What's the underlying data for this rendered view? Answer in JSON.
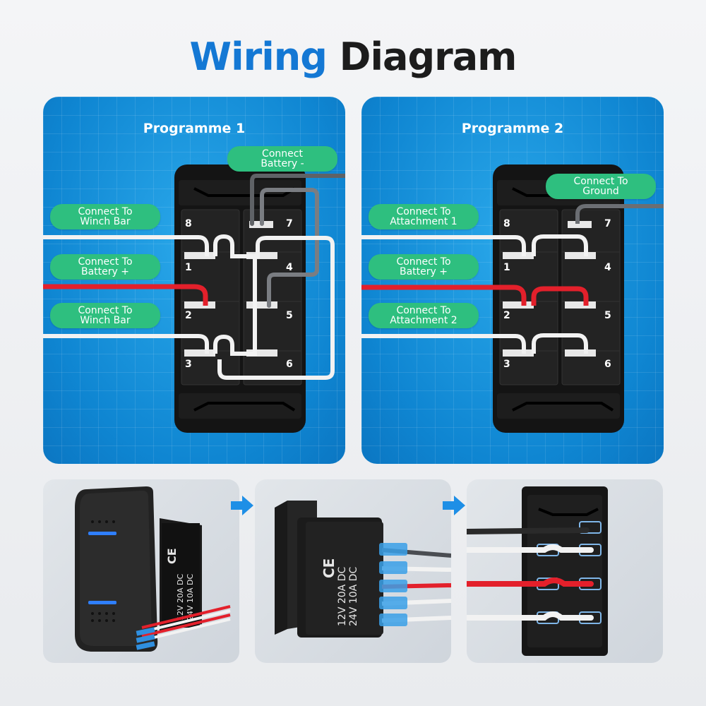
{
  "title": {
    "part1": "Wiring",
    "part2": "Diagram"
  },
  "colors": {
    "accent": "#1478d4",
    "panel": "#1192dc",
    "pill": "#2ebf7f",
    "wire_red": "#e3202b",
    "wire_white": "#f2f2f2",
    "wire_gray": "#6b6e73"
  },
  "programme1": {
    "title": "Programme 1",
    "labels": {
      "battery_neg": [
        "Connect",
        "Battery -"
      ],
      "winch_top": [
        "Connect To",
        "Winch Bar"
      ],
      "battery_pos": [
        "Connect To",
        "Battery +"
      ],
      "winch_bottom": [
        "Connect To",
        "Winch Bar"
      ]
    },
    "pins": [
      "8",
      "7",
      "1",
      "4",
      "2",
      "5",
      "3",
      "6"
    ]
  },
  "programme2": {
    "title": "Programme 2",
    "labels": {
      "ground": [
        "Connect To",
        "Ground"
      ],
      "attachment1": [
        "Connect To",
        "Attachment 1"
      ],
      "battery_pos": [
        "Connect To",
        "Battery +"
      ],
      "attachment2": [
        "Connect To",
        "Attachment 2"
      ]
    },
    "pins": [
      "8",
      "7",
      "1",
      "4",
      "2",
      "5",
      "3",
      "6"
    ]
  },
  "switch_specs": {
    "line1": "12V 20A DC",
    "line2": "24V 10A DC",
    "mark": "CE"
  },
  "icons": [
    "arrow-right-icon",
    "arrow-right-icon"
  ]
}
